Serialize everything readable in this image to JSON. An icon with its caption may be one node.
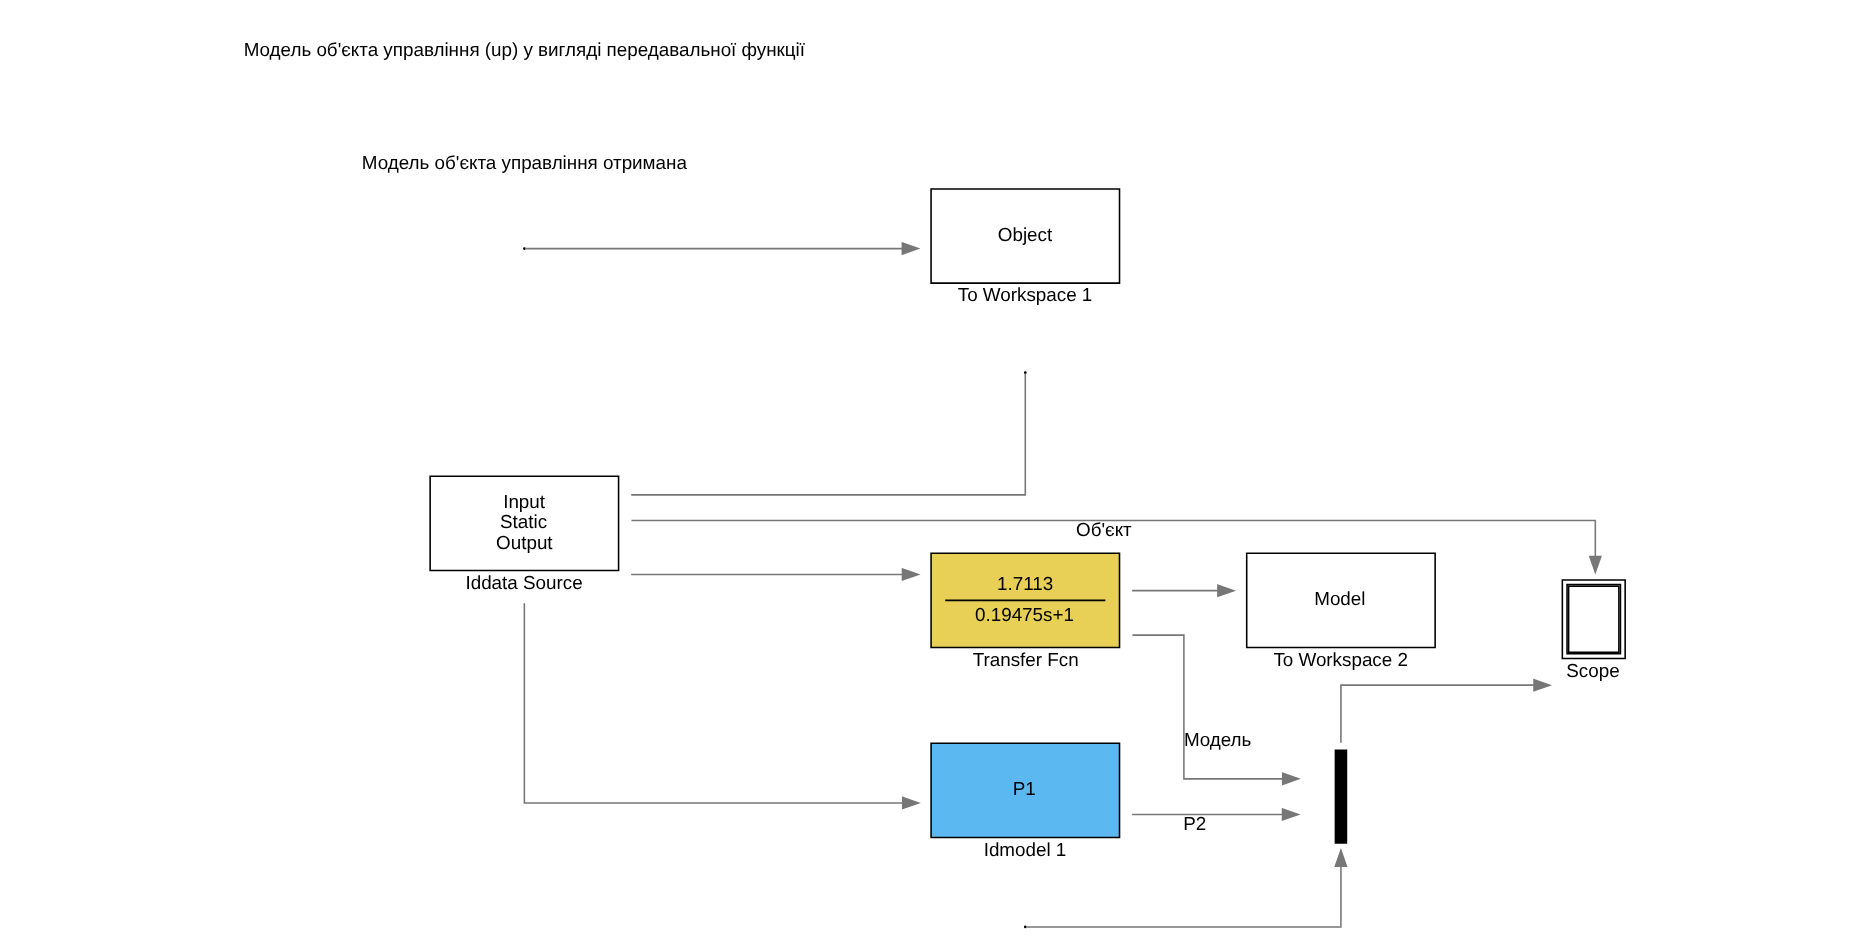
{
  "diagram": {
    "nodes": [
      {
        "text": [
          "Input",
          "Static",
          "Output"
        ],
        "beside": [
          "Iddata Source"
        ]
      },
      {
        "text": [
          "P1"
        ],
        "beside": [
          "Idmodel 1"
        ]
      },
      {
        "text": [],
        "shape": "bar"
      },
      {
        "text": [],
        "shape": "box",
        "beside": [
          "Scope"
        ]
      },
      {
        "text": [
          "1.7113",
          "0.19475s+1"
        ],
        "beside": [
          "Transfer Fcn"
        ]
      },
      {
        "text": [
          "Object"
        ],
        "beside": [
          "To Workspace 1"
        ]
      },
      {
        "text": [
          "Model"
        ],
        "beside": [
          "To Workspace 2"
        ]
      }
    ],
    "edges": [
      {
        "from": 0,
        "to": 1,
        "arrow": "to"
      },
      {
        "from": 0,
        "to": 4,
        "arrow": "to"
      },
      {
        "from": 0,
        "to": 3,
        "arrow": "to",
        "label": "Об'єкт"
      },
      {
        "from": 1,
        "to": 2,
        "arrow": "to",
        "label": "P2"
      },
      {
        "from": 4,
        "to": 2,
        "arrow": "to",
        "label": "Модель"
      },
      {
        "from": 4,
        "to": 6,
        "arrow": "to"
      },
      {
        "from": 2,
        "to": 3,
        "arrow": "to"
      },
      {
        "from": 0,
        "to": null,
        "arrow": "none"
      },
      {
        "from": null,
        "to": 2,
        "arrow": "to"
      },
      {
        "from": null,
        "to": 5,
        "arrow": "to"
      }
    ],
    "labels": [
      "Модель об'єкта управління отримана",
      "Модель об'єкта управління (up) у вигляді передавальної функції"
    ]
  }
}
